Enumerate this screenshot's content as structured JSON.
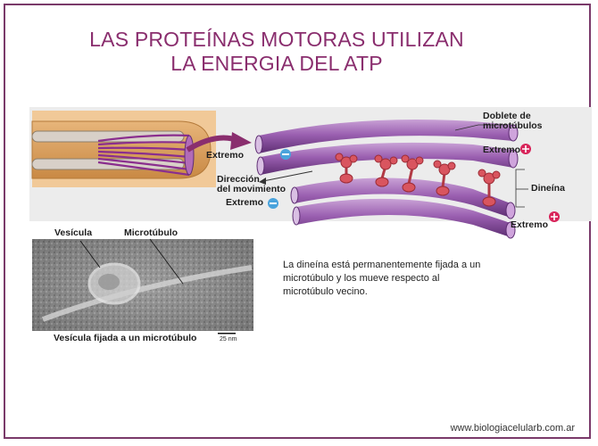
{
  "title": {
    "line1": "LAS PROTEÍNAS MOTORAS UTILIZAN",
    "line2": "LA ENERGIA DEL ATP"
  },
  "figure": {
    "label_doublet_1": "Doblete de",
    "label_doublet_2": "microtúbulos",
    "label_end_plus_top": "Extremo",
    "label_end_minus_top": "Extremo",
    "label_direction_1": "Dirección",
    "label_direction_2": "del movimiento",
    "label_end_minus_bottom": "Extremo",
    "label_dynein": "Dineína",
    "label_end_plus_bottom": "Extremo",
    "label_vesicle": "Vesícula",
    "label_microtubule": "Microtúbulo",
    "caption_micrograph": "Vesícula fijada a un microtúbulo",
    "scale_bar": "25 nm"
  },
  "description": "La dineína está permanentemente fijada a un microtúbulo  y los mueve respecto al microtúbulo vecino.",
  "footer": "www.biologiacelularb.com.ar",
  "colors": {
    "title": "#8a2e6e",
    "frame": "#7a3a6a",
    "tubule": "#a46bb8",
    "dynein": "#d9555f",
    "minus_marker": "#4aa3dc",
    "plus_marker": "#d8245a"
  }
}
